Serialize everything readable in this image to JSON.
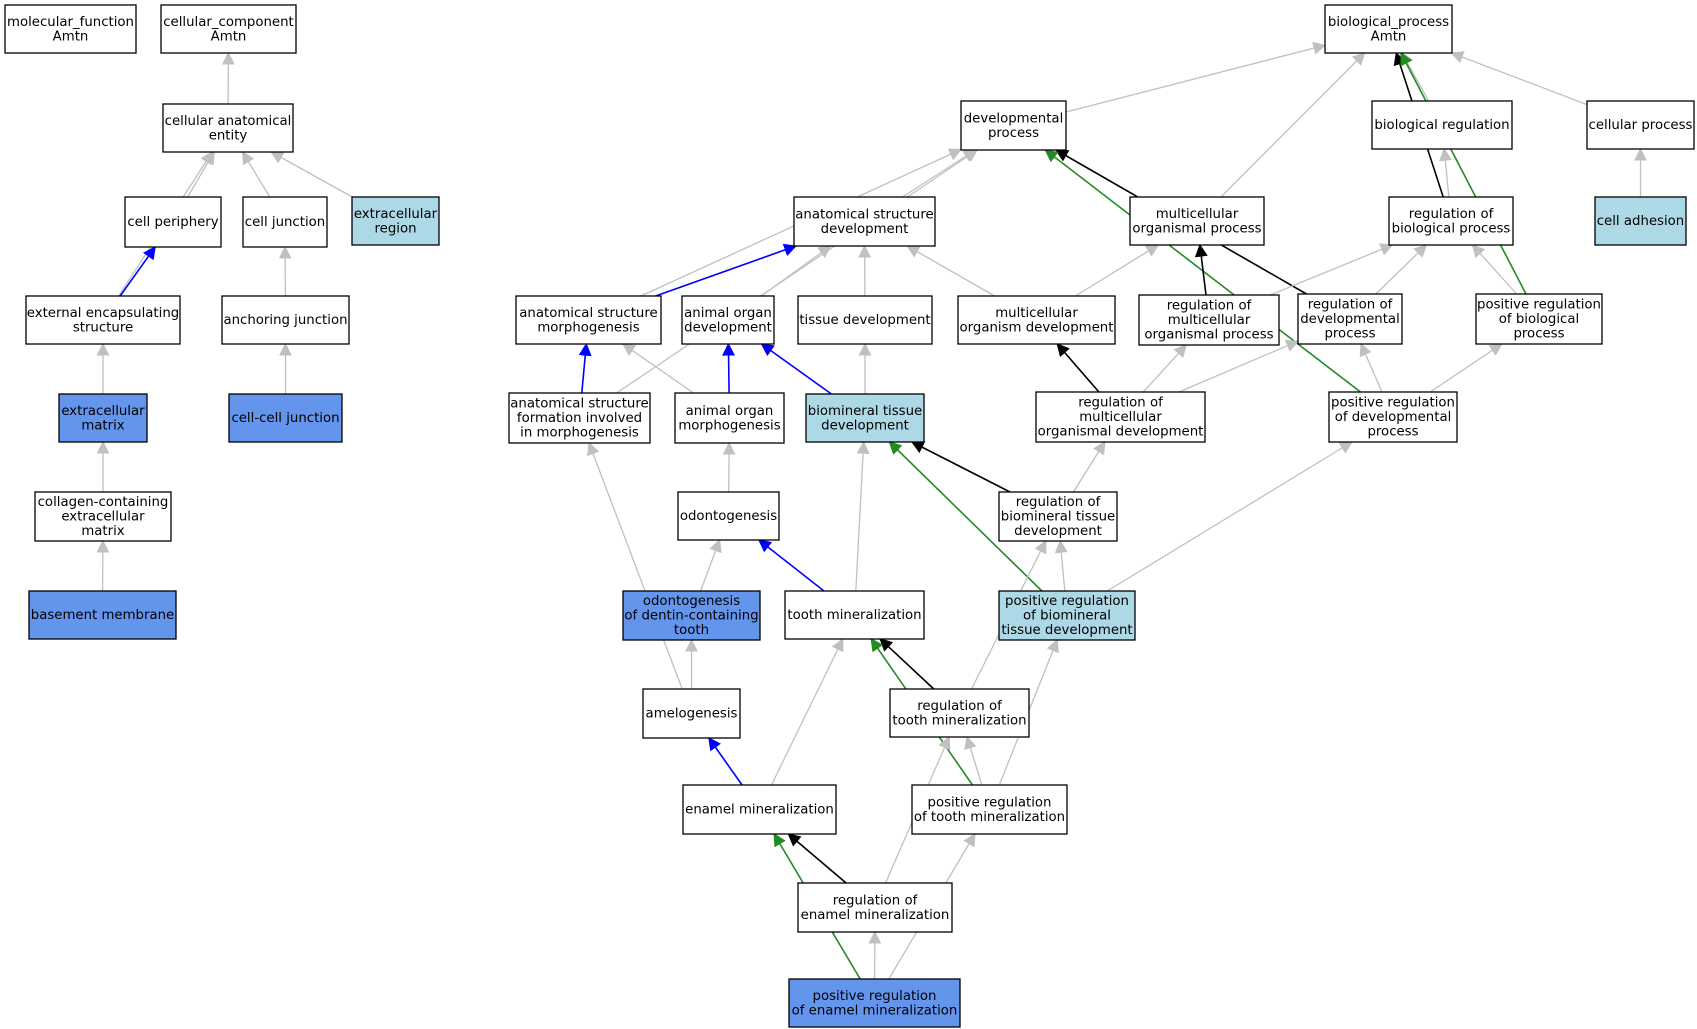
{
  "colors": {
    "fill_white": "#ffffff",
    "fill_light": "#add8e6",
    "fill_blue": "#6495ed",
    "edge_is_a": "#c0c0c0",
    "edge_part_of": "#0000ff",
    "edge_regulates": "#000000",
    "edge_pos_regulates": "#228b22"
  },
  "nodes": [
    {
      "id": "mf",
      "lines": [
        "molecular_function",
        "Amtn"
      ],
      "fill": "white"
    },
    {
      "id": "cc",
      "lines": [
        "cellular_component",
        "Amtn"
      ],
      "fill": "white"
    },
    {
      "id": "bp",
      "lines": [
        "biological_process",
        "Amtn"
      ],
      "fill": "white"
    },
    {
      "id": "cae",
      "lines": [
        "cellular anatomical",
        "entity"
      ],
      "fill": "white"
    },
    {
      "id": "cper",
      "lines": [
        "cell periphery"
      ],
      "fill": "white"
    },
    {
      "id": "cj",
      "lines": [
        "cell junction"
      ],
      "fill": "white"
    },
    {
      "id": "exr",
      "lines": [
        "extracellular",
        "region"
      ],
      "fill": "light"
    },
    {
      "id": "ees",
      "lines": [
        "external encapsulating",
        "structure"
      ],
      "fill": "white"
    },
    {
      "id": "aj",
      "lines": [
        "anchoring junction"
      ],
      "fill": "white"
    },
    {
      "id": "ecm",
      "lines": [
        "extracellular",
        "matrix"
      ],
      "fill": "blue"
    },
    {
      "id": "ccj",
      "lines": [
        "cell-cell junction"
      ],
      "fill": "blue"
    },
    {
      "id": "colm",
      "lines": [
        "collagen-containing",
        "extracellular",
        "matrix"
      ],
      "fill": "white"
    },
    {
      "id": "bm",
      "lines": [
        "basement membrane"
      ],
      "fill": "blue"
    },
    {
      "id": "dev",
      "lines": [
        "developmental",
        "process"
      ],
      "fill": "white"
    },
    {
      "id": "breg",
      "lines": [
        "biological regulation"
      ],
      "fill": "white"
    },
    {
      "id": "cproc",
      "lines": [
        "cellular process"
      ],
      "fill": "white"
    },
    {
      "id": "asd",
      "lines": [
        "anatomical structure",
        "development"
      ],
      "fill": "white"
    },
    {
      "id": "mop",
      "lines": [
        "multicellular",
        "organismal process"
      ],
      "fill": "white"
    },
    {
      "id": "rbp",
      "lines": [
        "regulation of",
        "biological process"
      ],
      "fill": "white"
    },
    {
      "id": "cadh",
      "lines": [
        "cell adhesion"
      ],
      "fill": "light"
    },
    {
      "id": "asm",
      "lines": [
        "anatomical structure",
        "morphogenesis"
      ],
      "fill": "white"
    },
    {
      "id": "aod",
      "lines": [
        "animal organ",
        "development"
      ],
      "fill": "white"
    },
    {
      "id": "td",
      "lines": [
        "tissue development"
      ],
      "fill": "white"
    },
    {
      "id": "mod",
      "lines": [
        "multicellular",
        "organism development"
      ],
      "fill": "white"
    },
    {
      "id": "rmop",
      "lines": [
        "regulation of",
        "multicellular",
        "organismal process"
      ],
      "fill": "white"
    },
    {
      "id": "rdp",
      "lines": [
        "regulation of",
        "developmental",
        "process"
      ],
      "fill": "white"
    },
    {
      "id": "prbp",
      "lines": [
        "positive regulation",
        "of biological",
        "process"
      ],
      "fill": "white"
    },
    {
      "id": "asf",
      "lines": [
        "anatomical structure",
        "formation involved",
        "in morphogenesis"
      ],
      "fill": "white"
    },
    {
      "id": "aom",
      "lines": [
        "animal organ",
        "morphogenesis"
      ],
      "fill": "white"
    },
    {
      "id": "btd",
      "lines": [
        "biomineral tissue",
        "development"
      ],
      "fill": "light"
    },
    {
      "id": "rmod",
      "lines": [
        "regulation of",
        "multicellular",
        "organismal development"
      ],
      "fill": "white"
    },
    {
      "id": "prdp",
      "lines": [
        "positive regulation",
        "of developmental",
        "process"
      ],
      "fill": "white"
    },
    {
      "id": "odon",
      "lines": [
        "odontogenesis"
      ],
      "fill": "white"
    },
    {
      "id": "rbtd",
      "lines": [
        "regulation of",
        "biomineral tissue",
        "development"
      ],
      "fill": "white"
    },
    {
      "id": "odt",
      "lines": [
        "odontogenesis",
        "of dentin-containing",
        "tooth"
      ],
      "fill": "blue"
    },
    {
      "id": "tm",
      "lines": [
        "tooth mineralization"
      ],
      "fill": "white"
    },
    {
      "id": "prbtd",
      "lines": [
        "positive regulation",
        "of biomineral",
        "tissue development"
      ],
      "fill": "light"
    },
    {
      "id": "amel",
      "lines": [
        "amelogenesis"
      ],
      "fill": "white"
    },
    {
      "id": "rtm",
      "lines": [
        "regulation of",
        "tooth mineralization"
      ],
      "fill": "white"
    },
    {
      "id": "em",
      "lines": [
        "enamel mineralization"
      ],
      "fill": "white"
    },
    {
      "id": "prtm",
      "lines": [
        "positive regulation",
        "of tooth mineralization"
      ],
      "fill": "white"
    },
    {
      "id": "rem",
      "lines": [
        "regulation of",
        "enamel mineralization"
      ],
      "fill": "white"
    },
    {
      "id": "prem",
      "lines": [
        "positive regulation",
        "of enamel mineralization"
      ],
      "fill": "blue"
    }
  ],
  "edges": [
    {
      "from": "cae",
      "to": "cc",
      "type": "is_a"
    },
    {
      "from": "cper",
      "to": "cae",
      "type": "is_a"
    },
    {
      "from": "cj",
      "to": "cae",
      "type": "is_a"
    },
    {
      "from": "exr",
      "to": "cae",
      "type": "is_a"
    },
    {
      "from": "ees",
      "to": "cae",
      "type": "is_a"
    },
    {
      "from": "ees",
      "to": "cper",
      "type": "part_of"
    },
    {
      "from": "aj",
      "to": "cj",
      "type": "is_a"
    },
    {
      "from": "ecm",
      "to": "ees",
      "type": "is_a"
    },
    {
      "from": "ccj",
      "to": "aj",
      "type": "is_a"
    },
    {
      "from": "colm",
      "to": "ecm",
      "type": "is_a"
    },
    {
      "from": "bm",
      "to": "colm",
      "type": "is_a"
    },
    {
      "from": "dev",
      "to": "bp",
      "type": "is_a"
    },
    {
      "from": "breg",
      "to": "bp",
      "type": "is_a"
    },
    {
      "from": "cproc",
      "to": "bp",
      "type": "is_a"
    },
    {
      "from": "mop",
      "to": "bp",
      "type": "is_a"
    },
    {
      "from": "rbp",
      "to": "bp",
      "type": "regulates"
    },
    {
      "from": "prbp",
      "to": "bp",
      "type": "positively_regulates"
    },
    {
      "from": "rbp",
      "to": "breg",
      "type": "is_a"
    },
    {
      "from": "cadh",
      "to": "cproc",
      "type": "is_a"
    },
    {
      "from": "asd",
      "to": "dev",
      "type": "is_a"
    },
    {
      "from": "asm",
      "to": "dev",
      "type": "is_a"
    },
    {
      "from": "asf",
      "to": "dev",
      "type": "is_a"
    },
    {
      "from": "rdp",
      "to": "dev",
      "type": "regulates"
    },
    {
      "from": "prdp",
      "to": "dev",
      "type": "positively_regulates"
    },
    {
      "from": "asm",
      "to": "asd",
      "type": "part_of"
    },
    {
      "from": "aod",
      "to": "asd",
      "type": "is_a"
    },
    {
      "from": "td",
      "to": "asd",
      "type": "is_a"
    },
    {
      "from": "mod",
      "to": "asd",
      "type": "is_a"
    },
    {
      "from": "mod",
      "to": "mop",
      "type": "is_a"
    },
    {
      "from": "rmop",
      "to": "mop",
      "type": "regulates"
    },
    {
      "from": "rmop",
      "to": "rbp",
      "type": "is_a"
    },
    {
      "from": "rdp",
      "to": "rbp",
      "type": "is_a"
    },
    {
      "from": "prbp",
      "to": "rbp",
      "type": "is_a"
    },
    {
      "from": "asf",
      "to": "asm",
      "type": "part_of"
    },
    {
      "from": "aom",
      "to": "asm",
      "type": "is_a"
    },
    {
      "from": "aom",
      "to": "aod",
      "type": "part_of"
    },
    {
      "from": "btd",
      "to": "aod",
      "type": "part_of"
    },
    {
      "from": "btd",
      "to": "td",
      "type": "is_a"
    },
    {
      "from": "rmod",
      "to": "mod",
      "type": "regulates"
    },
    {
      "from": "rmod",
      "to": "rmop",
      "type": "is_a"
    },
    {
      "from": "rmod",
      "to": "rdp",
      "type": "is_a"
    },
    {
      "from": "prdp",
      "to": "rdp",
      "type": "is_a"
    },
    {
      "from": "prdp",
      "to": "prbp",
      "type": "is_a"
    },
    {
      "from": "odon",
      "to": "aom",
      "type": "is_a"
    },
    {
      "from": "rbtd",
      "to": "btd",
      "type": "regulates"
    },
    {
      "from": "rbtd",
      "to": "rmod",
      "type": "is_a"
    },
    {
      "from": "prbtd",
      "to": "btd",
      "type": "positively_regulates"
    },
    {
      "from": "prbtd",
      "to": "rbtd",
      "type": "is_a"
    },
    {
      "from": "prbtd",
      "to": "prdp",
      "type": "is_a"
    },
    {
      "from": "odt",
      "to": "odon",
      "type": "is_a"
    },
    {
      "from": "tm",
      "to": "odon",
      "type": "part_of"
    },
    {
      "from": "tm",
      "to": "btd",
      "type": "is_a"
    },
    {
      "from": "amel",
      "to": "odt",
      "type": "is_a"
    },
    {
      "from": "amel",
      "to": "asf",
      "type": "is_a"
    },
    {
      "from": "rtm",
      "to": "tm",
      "type": "regulates"
    },
    {
      "from": "rtm",
      "to": "rbtd",
      "type": "is_a"
    },
    {
      "from": "em",
      "to": "amel",
      "type": "part_of"
    },
    {
      "from": "em",
      "to": "tm",
      "type": "is_a"
    },
    {
      "from": "prtm",
      "to": "tm",
      "type": "positively_regulates"
    },
    {
      "from": "prtm",
      "to": "rtm",
      "type": "is_a"
    },
    {
      "from": "prtm",
      "to": "prbtd",
      "type": "is_a"
    },
    {
      "from": "rem",
      "to": "em",
      "type": "regulates"
    },
    {
      "from": "rem",
      "to": "rtm",
      "type": "is_a"
    },
    {
      "from": "prem",
      "to": "em",
      "type": "positively_regulates"
    },
    {
      "from": "prem",
      "to": "rem",
      "type": "is_a"
    },
    {
      "from": "prem",
      "to": "prtm",
      "type": "is_a"
    }
  ]
}
